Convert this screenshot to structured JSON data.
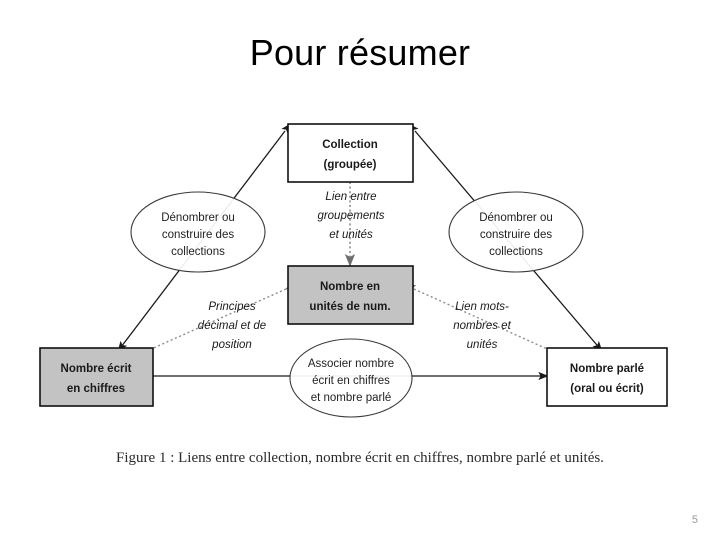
{
  "slide": {
    "title": "Pour résumer",
    "page_number": "5",
    "background_color": "#ffffff"
  },
  "figure": {
    "caption": "Figure 1 : Liens entre collection, nombre écrit en chiffres, nombre parlé et unités.",
    "colors": {
      "box_fill_gray": "#c3c3c3",
      "box_fill_white": "#ffffff",
      "box_stroke": "#111111",
      "ellipse_stroke": "#333333",
      "arrow_solid": "#1a1a1a",
      "arrow_dotted": "#8c8c8c",
      "text": "#1a1a1a"
    },
    "nodes": [
      {
        "id": "collection",
        "shape": "rect",
        "fill": "white",
        "lines": [
          "Collection",
          "(groupée)"
        ]
      },
      {
        "id": "nombre-en-unites",
        "shape": "rect",
        "fill": "gray",
        "lines": [
          "Nombre en",
          "unités de num."
        ]
      },
      {
        "id": "nombre-ecrit-en-chiffres",
        "shape": "rect",
        "fill": "gray",
        "lines": [
          "Nombre écrit",
          "en chiffres"
        ]
      },
      {
        "id": "nombre-parle",
        "shape": "rect",
        "fill": "white",
        "lines": [
          "Nombre parlé",
          "(oral ou écrit)"
        ]
      },
      {
        "id": "denombrer-gauche",
        "shape": "ellipse",
        "lines": [
          "Dénombrer ou",
          "construire des",
          "collections"
        ]
      },
      {
        "id": "denombrer-droite",
        "shape": "ellipse",
        "lines": [
          "Dénombrer ou",
          "construire des",
          "collections"
        ]
      },
      {
        "id": "associer-nombre",
        "shape": "ellipse",
        "lines": [
          "Associer nombre",
          "écrit en chiffres",
          "et nombre parlé"
        ]
      }
    ],
    "edge_labels": [
      {
        "id": "lien-groupements",
        "style": "dotted",
        "arrow": "double",
        "lines": [
          "Lien entre",
          "groupements",
          "et unités"
        ]
      },
      {
        "id": "principes-decimal",
        "style": "dotted",
        "arrow": "double",
        "lines": [
          "Principes",
          "décimal et de",
          "position"
        ]
      },
      {
        "id": "lien-mots-nombres",
        "style": "dotted",
        "arrow": "double",
        "lines": [
          "Lien mots-",
          "nombres et",
          "unités"
        ]
      }
    ]
  }
}
